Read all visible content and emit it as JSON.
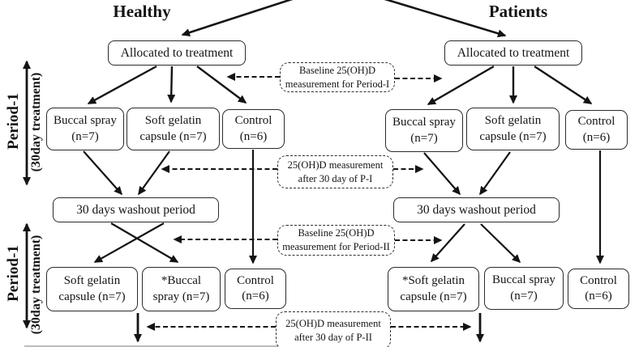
{
  "figure": {
    "group_left_title": "Healthy",
    "group_right_title": "Patients",
    "period_top": {
      "name": "Period-1",
      "duration": "(30day treatment)"
    },
    "period_bottom": {
      "name": "Period-1",
      "duration": "(30day treatment)"
    },
    "left": {
      "allocated": "Allocated to treatment",
      "row1": [
        "Buccal spray (n=7)",
        "Soft gelatin capsule (n=7)",
        "Control (n=6)"
      ],
      "washout": "30 days washout period",
      "row2": [
        "Soft gelatin capsule (n=7)",
        "*Buccal spray (n=7)",
        "Control (n=6)"
      ]
    },
    "right": {
      "allocated": "Allocated to treatment",
      "row1": [
        "Buccal spray (n=7)",
        "Soft gelatin capsule (n=7)",
        "Control (n=6)"
      ],
      "washout": "30 days washout period",
      "row2": [
        "*Soft gelatin capsule (n=7)",
        "Buccal spray (n=7)",
        "Control (n=6)"
      ]
    },
    "measurements": {
      "baseline_p1": {
        "line1": "Baseline 25(OH)D",
        "line2": "measurement for Period-I"
      },
      "after_p1": {
        "line1": "25(OH)D measurement",
        "line2": "after 30 day of P-I"
      },
      "baseline_p2": {
        "line1": "Baseline 25(OH)D",
        "line2": "measurement for Period-II"
      },
      "after_p2": {
        "line1": "25(OH)D measurement",
        "line2": "after 30 day of P-II"
      }
    },
    "ink_color": "#141414"
  }
}
